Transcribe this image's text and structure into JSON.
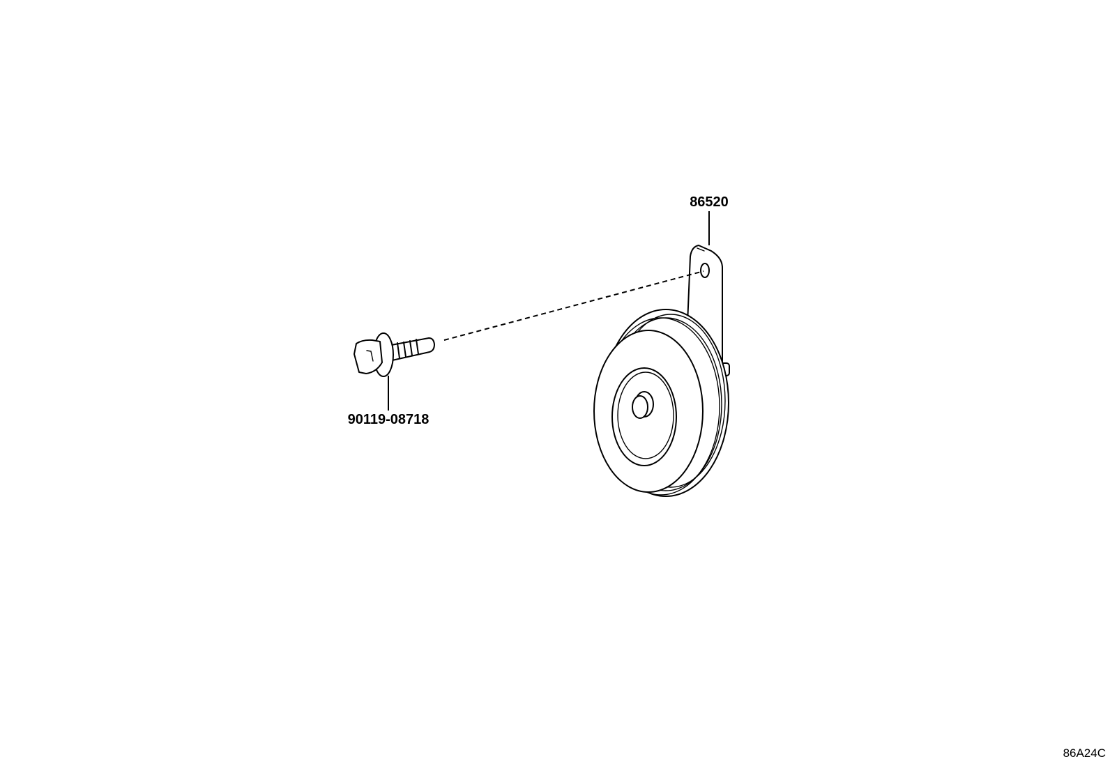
{
  "parts": [
    {
      "part_number": "86520"
    },
    {
      "part_number": "90119-08718"
    }
  ],
  "diagram_code": "86A24C"
}
